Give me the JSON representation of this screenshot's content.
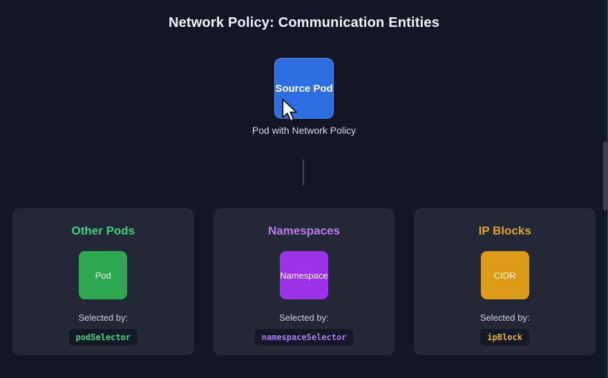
{
  "page": {
    "title": "Network Policy: Communication Entities"
  },
  "source": {
    "label": "Source Pod",
    "caption": "Pod with Network Policy",
    "node_color": "#2e6ee3"
  },
  "cards": [
    {
      "heading": "Other Pods",
      "heading_color": "#3dd17c",
      "node_label": "Pod",
      "node_color": "#2ea850",
      "selected_by": "Selected by:",
      "selector": "podSelector",
      "selector_color": "#47d685"
    },
    {
      "heading": "Namespaces",
      "heading_color": "#ba79f0",
      "node_label": "Namespace",
      "node_color": "#9c33e9",
      "selected_by": "Selected by:",
      "selector": "namespaceSelector",
      "selector_color": "#a87cee"
    },
    {
      "heading": "IP Blocks",
      "heading_color": "#e1a31e",
      "node_label": "CIDR",
      "node_color": "#dc9a16",
      "selected_by": "Selected by:",
      "selector": "ipBlock",
      "selector_color": "#e4b33c"
    }
  ],
  "colors": {
    "background": "#121726",
    "card_background": "#222836",
    "badge_background": "#131927",
    "title_text": "#f3f6fa",
    "caption_text": "#d5dae3",
    "connector": "#404a5c",
    "scrollbar_thumb": "#3e434b"
  },
  "icons": {
    "cursor": "mouse-pointer-arrow"
  }
}
